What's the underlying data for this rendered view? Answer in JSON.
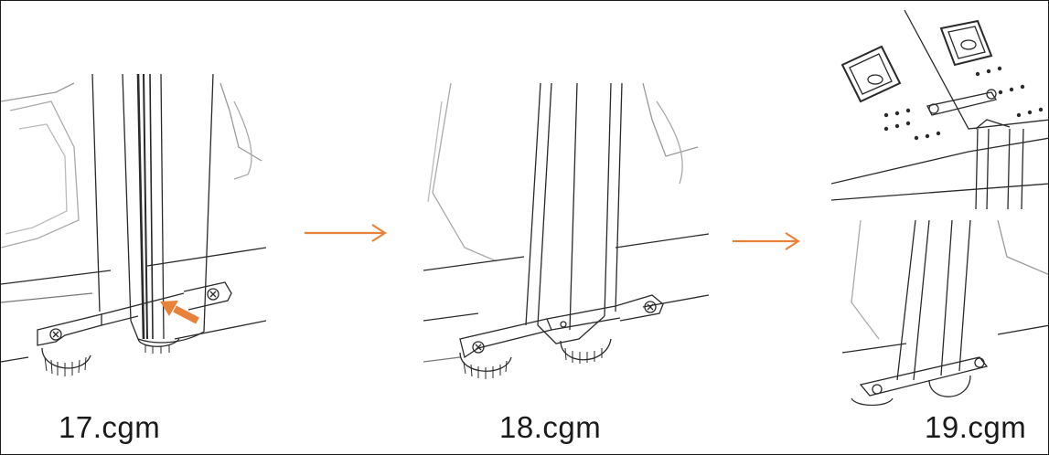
{
  "steps": [
    {
      "label": "17.cgm"
    },
    {
      "label": "18.cgm"
    },
    {
      "label": "19.cgm"
    }
  ],
  "arrow_color": "#e8823a",
  "line_color": "#2a2a2a"
}
